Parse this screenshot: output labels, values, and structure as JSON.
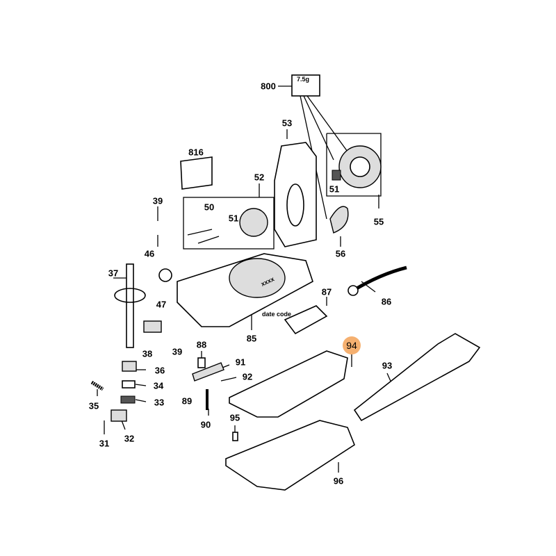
{
  "diagram": {
    "grease_label": "7.5g",
    "date_code": "date code",
    "date_mark": "xxxx",
    "highlight_color": "#f5b070",
    "highlighted_part": "94",
    "parts": [
      "800",
      "816",
      "53",
      "52",
      "50",
      "51",
      "39",
      "46",
      "55",
      "51",
      "56",
      "37",
      "47",
      "85",
      "87",
      "86",
      "38",
      "39",
      "88",
      "91",
      "92",
      "36",
      "34",
      "35",
      "33",
      "89",
      "90",
      "31",
      "32",
      "95",
      "94",
      "93",
      "96"
    ]
  }
}
